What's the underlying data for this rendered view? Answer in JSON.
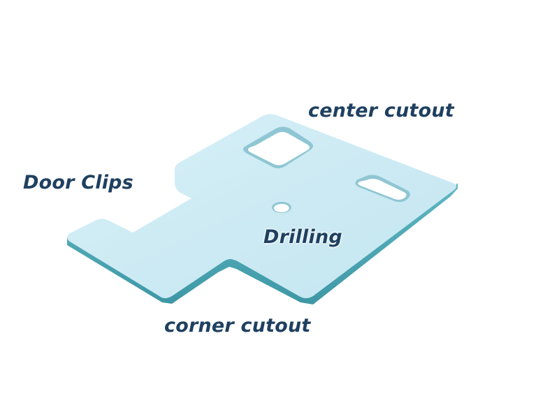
{
  "labels": {
    "center_cutout": "center cutout",
    "door_clips": "Door Clips",
    "drilling": "Drilling",
    "corner_cutout": "corner cutout"
  },
  "colors": {
    "plate_top": "#cdeaf4",
    "plate_edge": "#4fa9b6",
    "hole_wall": "#8fc6d3",
    "label_text": "#1f4060"
  }
}
